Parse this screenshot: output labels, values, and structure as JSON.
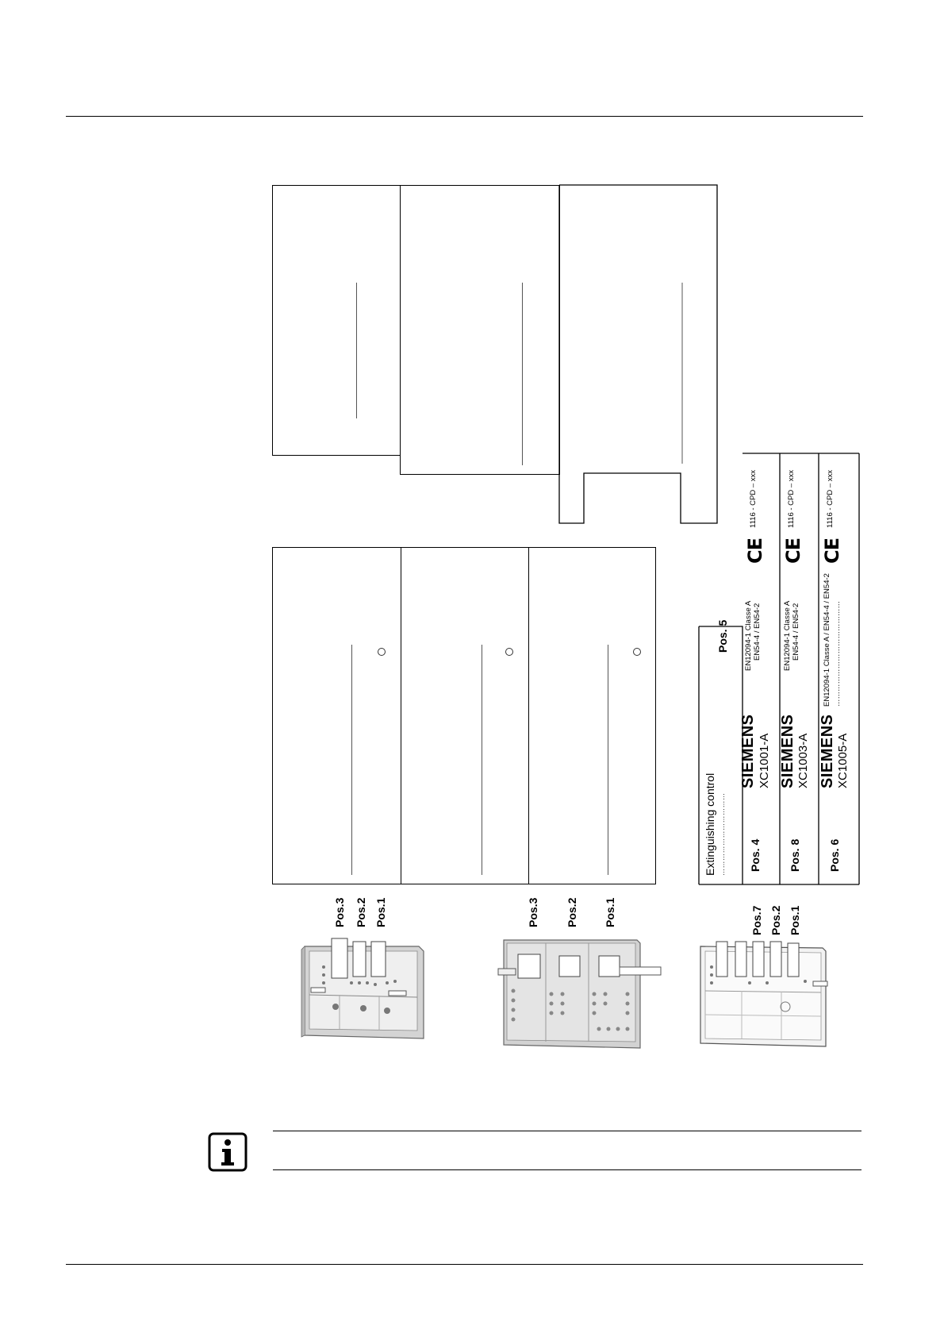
{
  "label_sheet": {
    "header": {
      "title": "Extinguishing control",
      "dots": "……………………………",
      "pos_label": "Pos. 5"
    },
    "rows": [
      {
        "pos": "Pos. 4",
        "brand": "SIEMENS",
        "model": "XC1001-A",
        "standards_line1": "EN12094-1 Classe A",
        "standards_line2": "EN54-4 / EN54-2",
        "ce": "CE",
        "cert": "1116 - CPD – xxx"
      },
      {
        "pos": "Pos. 8",
        "brand": "SIEMENS",
        "model": "XC1003-A",
        "standards_line1": "EN12094-1 Classe A",
        "standards_line2": "EN54-4 / EN54-2",
        "ce": "CE",
        "cert": "1116 - CPD – xxx"
      },
      {
        "pos": "Pos. 6",
        "brand": "SIEMENS",
        "model": "XC1005-A",
        "standards_line1": "EN12094-1 Classe A / EN54-4 / EN54-2",
        "standards_line2": "……………………………………",
        "ce": "CE",
        "cert": "1116 - CPD – xxx"
      }
    ]
  },
  "device_labels": {
    "xc1001": [
      "Pos.3",
      "Pos.2",
      "Pos.1"
    ],
    "xc1003": [
      "Pos.3",
      "Pos.2",
      "Pos.1"
    ],
    "xc1005": [
      "Pos.7",
      "Pos.2",
      "Pos.1"
    ]
  },
  "note_icon": "info-icon"
}
